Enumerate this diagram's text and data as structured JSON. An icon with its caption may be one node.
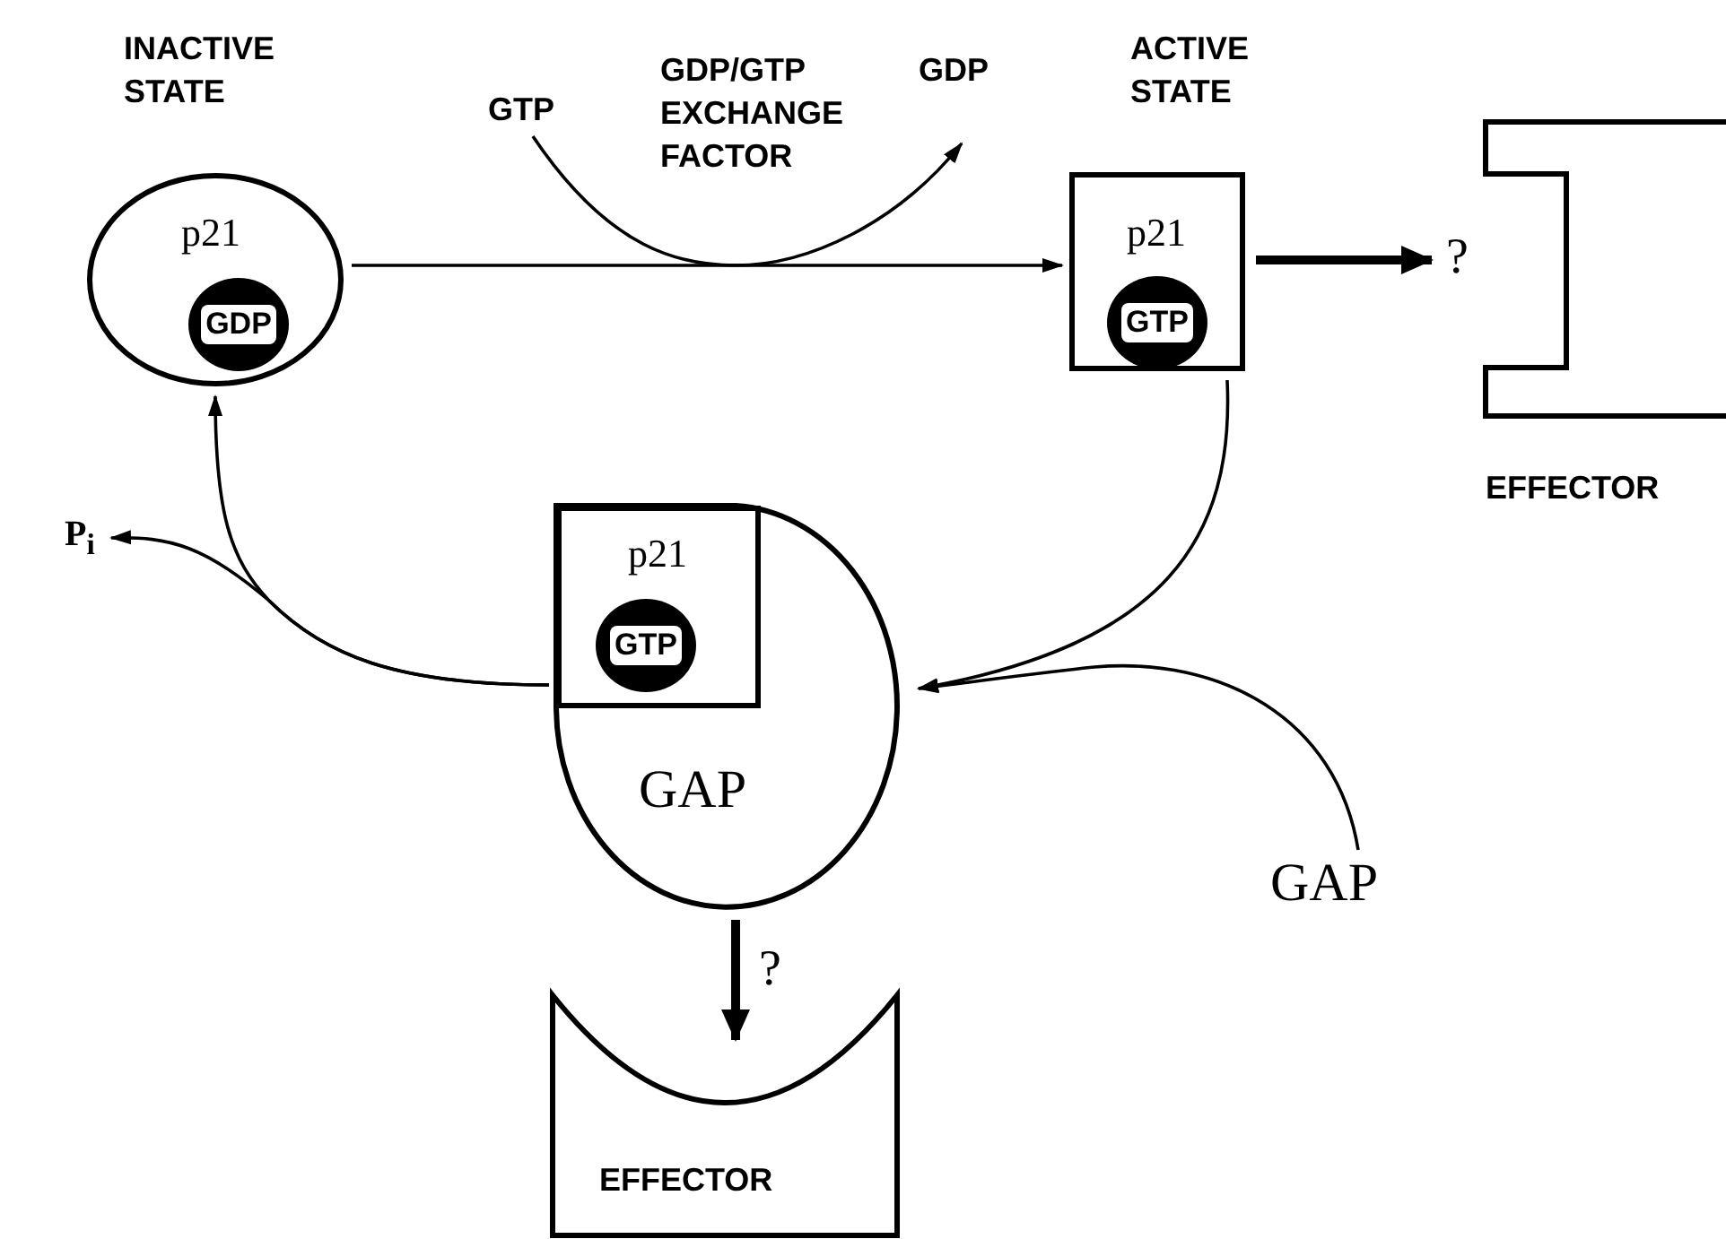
{
  "diagram": {
    "nodes": [
      {
        "text": [
          "INACTIVE STATE",
          "p21"
        ]
      },
      {
        "text": [
          "GDP"
        ],
        "in": 0
      },
      {
        "text": [
          "GTP"
        ]
      },
      {
        "text": [
          "GDP"
        ]
      },
      {
        "text": [
          "ACTIVE STATE",
          "p21"
        ]
      },
      {
        "text": [
          "GTP"
        ],
        "in": 4
      },
      {
        "text": [
          "EFFECTOR"
        ]
      },
      {
        "text": [
          "GAP"
        ]
      },
      {
        "text": [
          "p21"
        ],
        "in": 7
      },
      {
        "text": [
          "GTP"
        ],
        "in": 8
      },
      {
        "text": [
          "P$_{i}$"
        ]
      },
      {
        "text": [
          "GAP"
        ]
      },
      {
        "text": [
          "EFFECTOR"
        ]
      }
    ],
    "edges": [
      {
        "from": 0,
        "to": 4,
        "arrow": "to"
      },
      {
        "from": 2,
        "to": 3,
        "arrow": "to",
        "label": "GDP/GTP EXCHANGE FACTOR"
      },
      {
        "from": 4,
        "to": 7,
        "arrow": "to"
      },
      {
        "from": 11,
        "to": 7,
        "arrow": "to"
      },
      {
        "from": 7,
        "to": 0,
        "arrow": "to"
      },
      {
        "from": 7,
        "to": 10,
        "arrow": "to"
      },
      {
        "from": 4,
        "to": 6,
        "arrow": "to",
        "label": "?",
        "style": "thick"
      },
      {
        "from": 7,
        "to": 12,
        "arrow": "to",
        "label": "?",
        "style": "thick"
      }
    ]
  }
}
